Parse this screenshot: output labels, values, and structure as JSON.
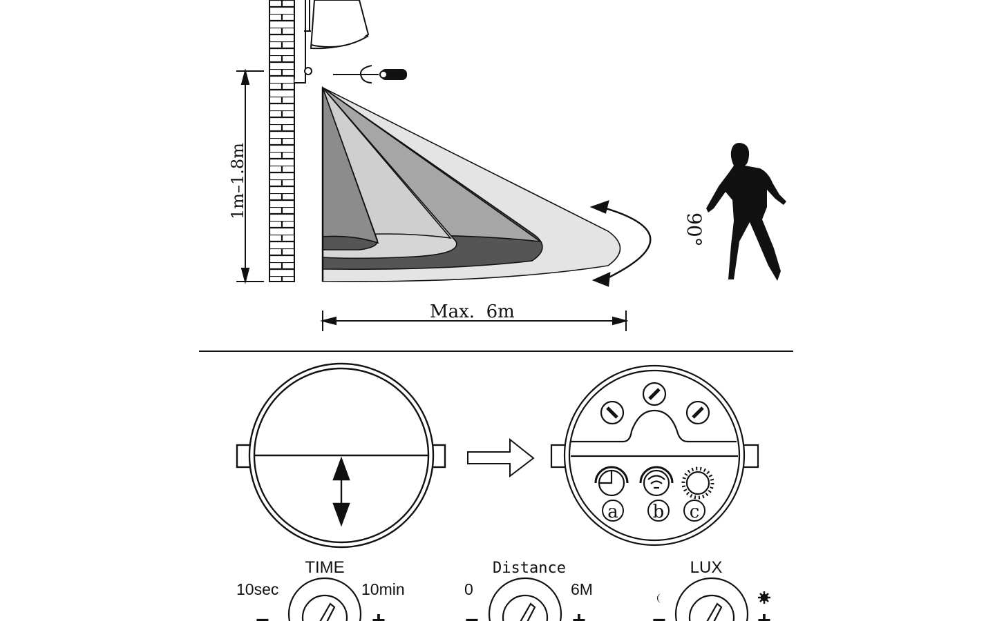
{
  "installation": {
    "height_label": "1m–1.8m",
    "angle_label": "90°",
    "range_label": "Max.  6m"
  },
  "sensor_head": {
    "dial_letters": [
      "a",
      "b",
      "c"
    ]
  },
  "dials": [
    {
      "title": "TIME",
      "min_label": "10sec",
      "max_label": "10min",
      "minus": "−",
      "plus": "+"
    },
    {
      "title": "Distance",
      "min_label": "0",
      "max_label": "6M",
      "minus": "−",
      "plus": "+"
    },
    {
      "title": "LUX",
      "min_icon": "moon-icon",
      "max_icon": "sun-icon",
      "minus": "−",
      "plus": "+"
    }
  ],
  "colors": {
    "line": "#111111",
    "zone_light": "#e0e0e0",
    "zone_mid": "#a6a6a6",
    "zone_dark": "#555555"
  }
}
